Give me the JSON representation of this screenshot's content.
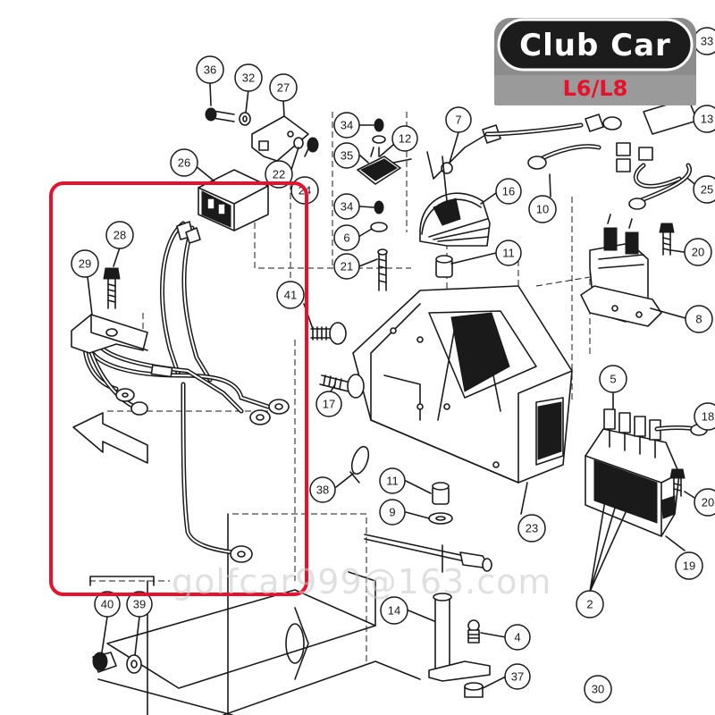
{
  "badge": {
    "title": "Club Car",
    "subtitle": "L6/L8"
  },
  "watermark": "golfcar999@163.com",
  "highlight_color": "#e8102a",
  "callouts": [
    "36",
    "32",
    "27",
    "26",
    "22",
    "24",
    "28",
    "29",
    "34",
    "35",
    "12",
    "34",
    "6",
    "21",
    "7",
    "16",
    "11",
    "41",
    "17",
    "38",
    "11",
    "9",
    "23",
    "33",
    "13",
    "25",
    "10",
    "20",
    "8",
    "5",
    "18",
    "20",
    "19",
    "2",
    "40",
    "39",
    "14",
    "4",
    "37",
    "30"
  ],
  "icons": [
    "arrow-left-icon"
  ]
}
